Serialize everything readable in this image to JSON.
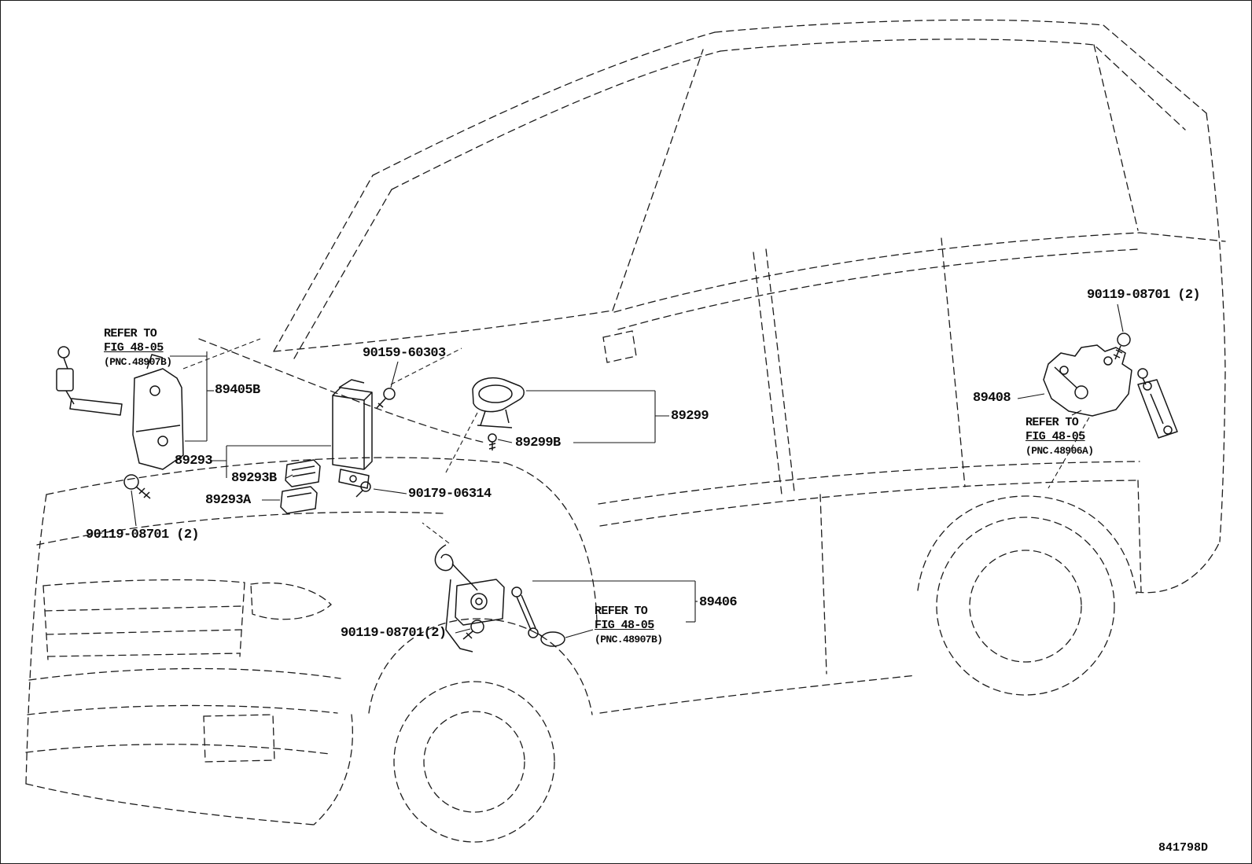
{
  "diagram": {
    "title_hint": "vehicle height control sensor parts diagram",
    "code": "841798D",
    "colors": {
      "line": "#1c1c1c",
      "background": "#ffffff",
      "text": "#0c0c0c"
    },
    "labels": {
      "p89405b": "89405B",
      "p90159": "90159-60303",
      "p89299": "89299",
      "p89299b": "89299B",
      "p89293": "89293",
      "p89293b": "89293B",
      "p89293a": "89293A",
      "p90179": "90179-06314",
      "bolt_front": "90119-08701 (2)",
      "bolt_center": "90119-08701(2)",
      "bolt_rear": "90119-08701 (2)",
      "p89406": "89406",
      "p89408": "89408"
    },
    "notes": {
      "front_left": {
        "l1": "REFER TO",
        "l2": "FIG 48-05",
        "l3": "(PNC.48907B)"
      },
      "center": {
        "l1": "REFER TO",
        "l2": "FIG 48-05",
        "l3": "(PNC.48907B)"
      },
      "rear_right": {
        "l1": "REFER TO",
        "l2": "FIG 48-05",
        "l3": "(PNC.48906A)"
      }
    }
  }
}
